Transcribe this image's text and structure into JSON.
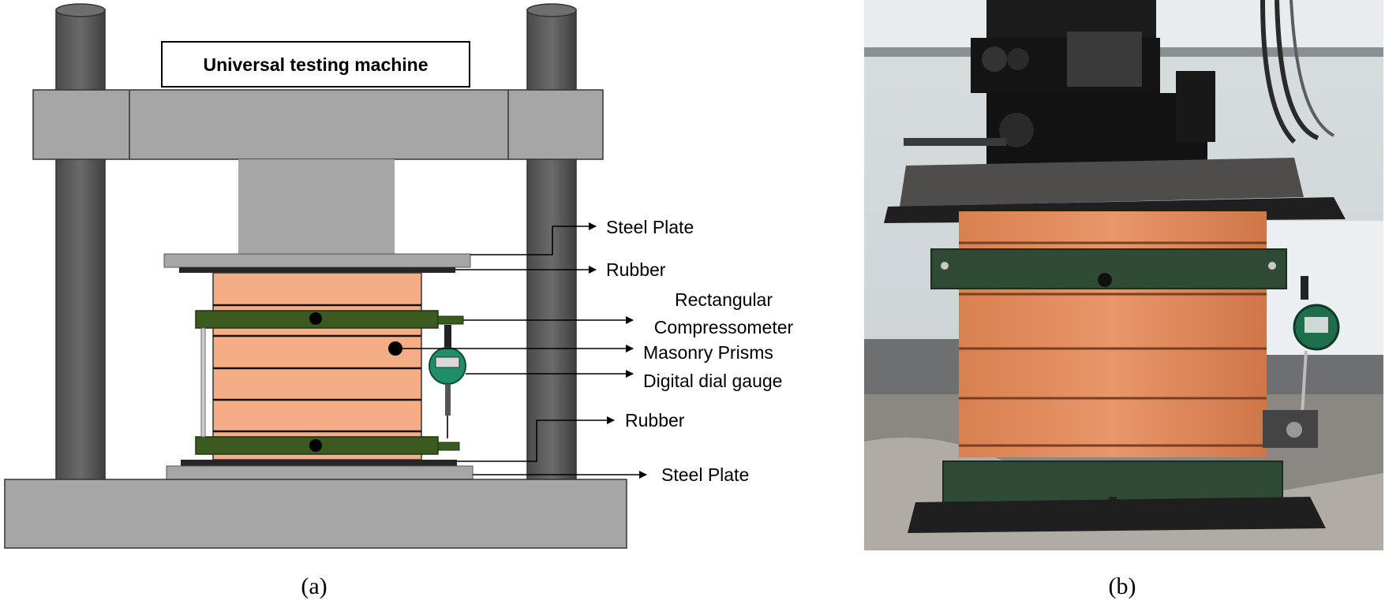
{
  "panel_a": {
    "title": "Universal testing machine",
    "labels": {
      "steel_plate_top": "Steel Plate",
      "rubber_top": "Rubber",
      "compressometer_line1": "Rectangular",
      "compressometer_line2": "Compressometer",
      "masonry_prisms": "Masonry Prisms",
      "dial_gauge": "Digital dial gauge",
      "rubber_bottom": "Rubber",
      "steel_plate_bottom": "Steel Plate"
    },
    "caption": "(a)"
  },
  "panel_b": {
    "caption": "(b)"
  },
  "colors": {
    "column": "#595959",
    "frame_gray": "#a6a6a6",
    "brick": "#f5ad86",
    "compressometer_green": "#3a5a1f",
    "gauge_green": "#1e8f6a"
  }
}
